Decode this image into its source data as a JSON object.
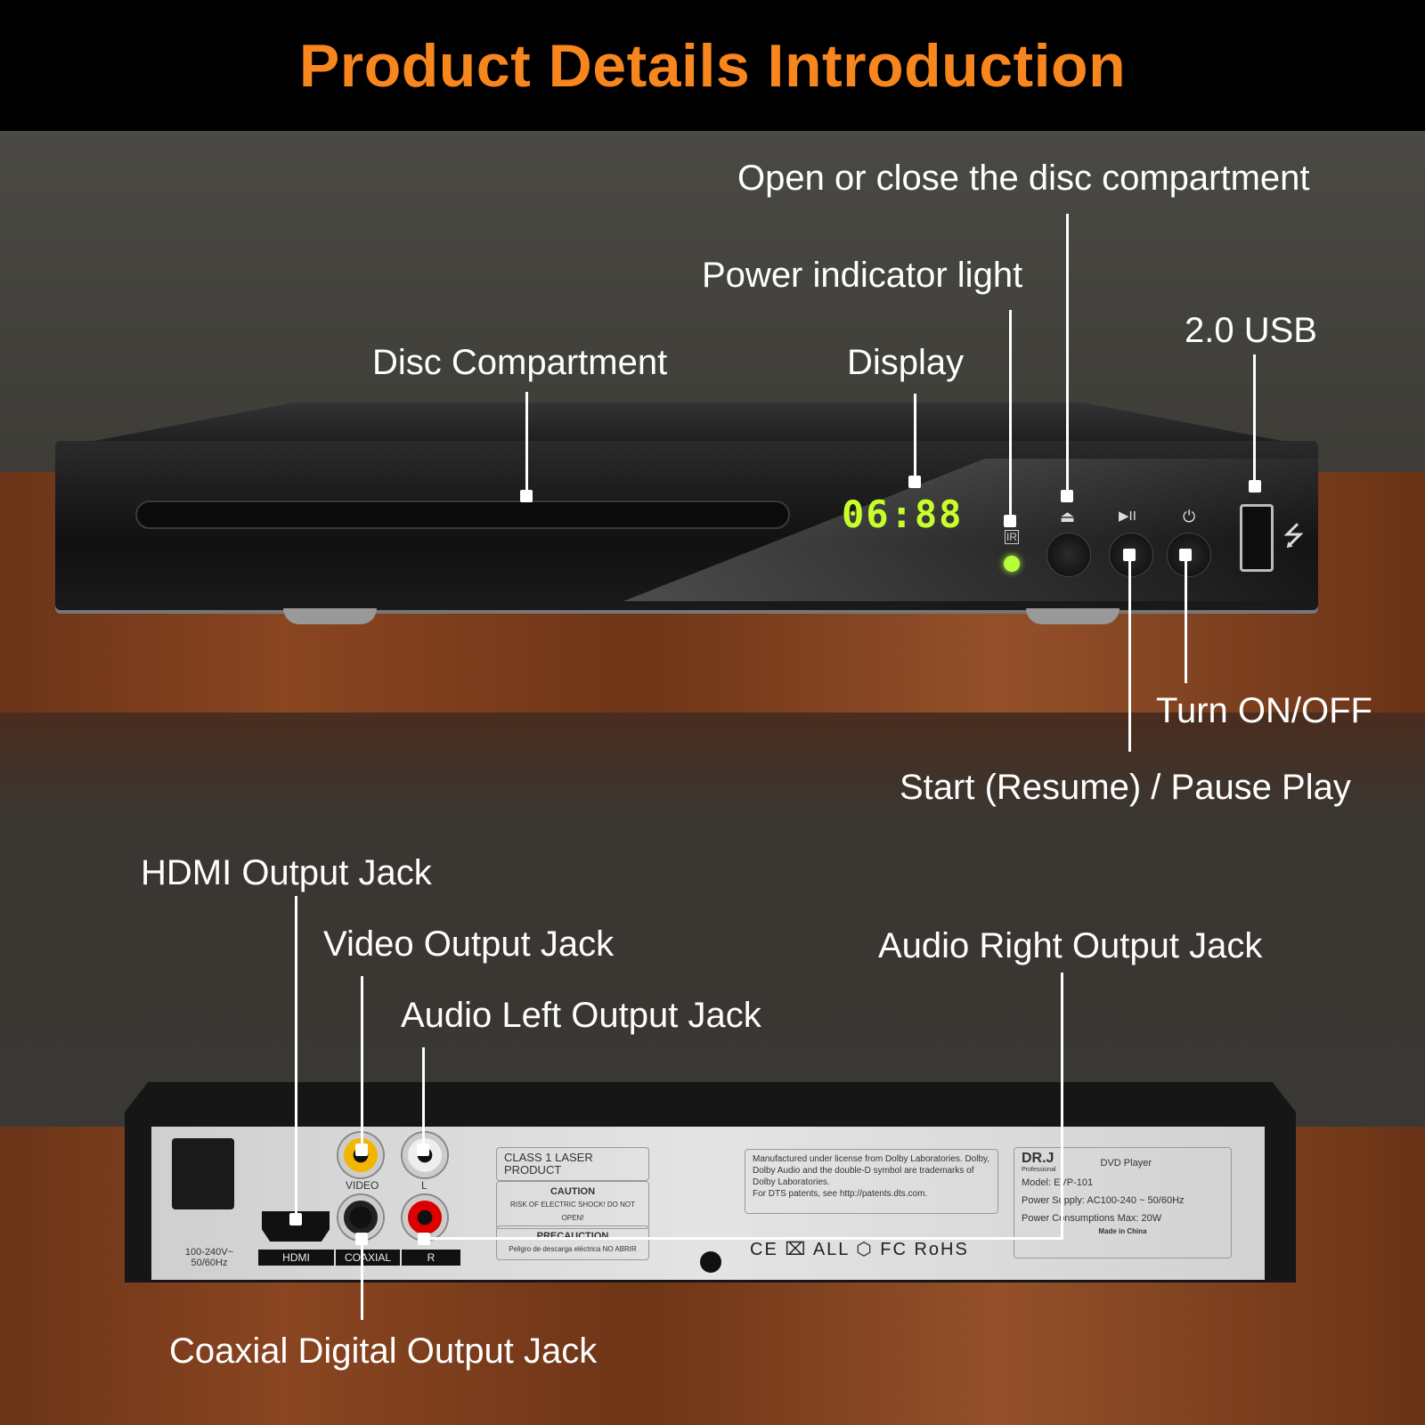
{
  "title": "Product Details Introduction",
  "front_labels": {
    "disc": "Open or close the disc compartment",
    "power_light": "Power indicator light",
    "usb": "2.0 USB",
    "compartment": "Disc Compartment",
    "display": "Display",
    "onoff": "Turn ON/OFF",
    "play": "Start (Resume) / Pause Play"
  },
  "display_value": "06:88",
  "front_icons": {
    "eject": "⏏",
    "play_pause": "▶II",
    "power": "⏻",
    "ir": "IR"
  },
  "back_labels": {
    "hdmi": "HDMI Output Jack",
    "video": "Video Output Jack",
    "audio_left": "Audio Left Output Jack",
    "audio_right": "Audio Right Output Jack",
    "coaxial": "Coaxial Digital Output Jack"
  },
  "back_panel": {
    "power_rating": "100-240V~ 50/60Hz",
    "hdmi": "HDMI",
    "coaxial": "COAXIAL",
    "r": "R",
    "video": "VIDEO",
    "l": "L",
    "laser": "CLASS 1 LASER PRODUCT",
    "caution": "CAUTION",
    "caution_sub": "RISK OF ELECTRIC SHOCK! DO NOT OPEN!",
    "precaution": "PRECAUCTION",
    "precaution_sub": "Peligro de descarga eléctrica NO ABRIR",
    "dolby": "Manufactured under license from Dolby Laboratories. Dolby, Dolby Audio and the double-D symbol are trademarks of Dolby Laboratories.",
    "dts": "For DTS patents, see http://patents.dts.com.",
    "brand": "DR.J",
    "brand_sub": "Professional",
    "product": "DVD Player",
    "model": "Model: EVP-101",
    "supply": "Power Supply: AC100-240 ~ 50/60Hz",
    "consumption": "Power Consumptions Max: 20W",
    "made": "Made in China",
    "certs": "CE  ⌧  ALL  ⬡  FC  RoHS"
  },
  "colors": {
    "title": "#f7861f",
    "display": "#c8ff2a"
  }
}
